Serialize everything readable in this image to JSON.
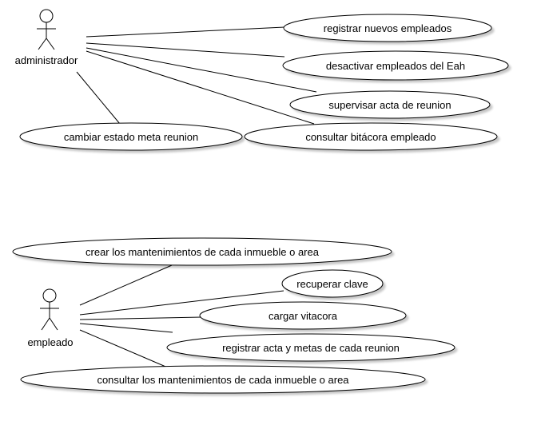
{
  "diagrams": [
    {
      "actor": {
        "name": "administrador"
      },
      "use_cases": [
        {
          "label": "registrar nuevos empleados"
        },
        {
          "label": "desactivar empleados del Eah"
        },
        {
          "label": "supervisar acta de reunion"
        },
        {
          "label": "cambiar estado meta reunion"
        },
        {
          "label": "consultar bitácora empleado"
        }
      ]
    },
    {
      "actor": {
        "name": "empleado"
      },
      "use_cases": [
        {
          "label": "crear los mantenimientos de cada inmueble o area"
        },
        {
          "label": "recuperar clave"
        },
        {
          "label": "cargar vitacora"
        },
        {
          "label": "registrar acta y metas de cada reunion"
        },
        {
          "label": "consultar los mantenimientos de cada inmueble o area"
        }
      ]
    }
  ]
}
